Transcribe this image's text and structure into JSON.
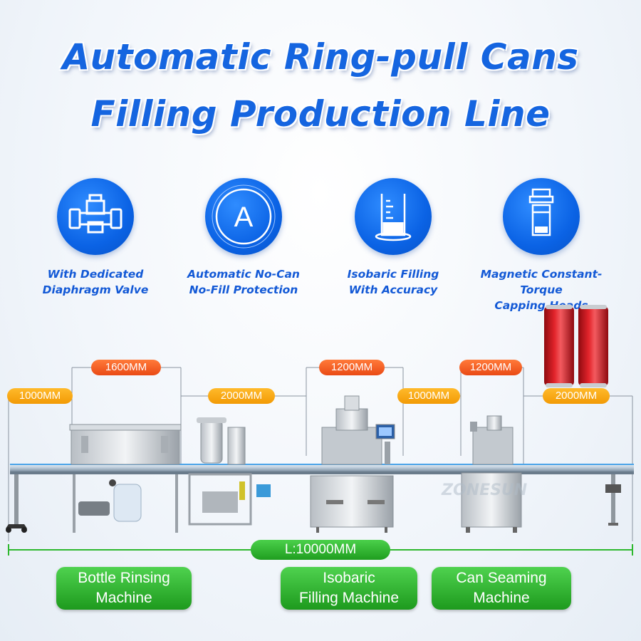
{
  "title": {
    "line1": "Automatic Ring-pull Cans",
    "line2": "Filling Production Line"
  },
  "features": [
    {
      "icon": "diaphragm-valve-icon",
      "label": "With Dedicated\nDiaphragm Valve"
    },
    {
      "icon": "letter-a-icon",
      "label": "Automatic No-Can\nNo-Fill Protection"
    },
    {
      "icon": "measuring-cup-icon",
      "label": "Isobaric Filling\nWith Accuracy"
    },
    {
      "icon": "capping-head-icon",
      "label": "Magnetic Constant-Torque\nCapping Heads"
    }
  ],
  "dimensions": {
    "rinser_width": "1600MM",
    "filler_width": "1200MM",
    "seamer_width": "1200MM",
    "infeed_conveyor": "1000MM",
    "rinser_to_filler": "2000MM",
    "filler_to_seamer": "1000MM",
    "outfeed_conveyor": "2000MM",
    "total_length": "L:10000MM"
  },
  "machines": {
    "rinser": "Bottle Rinsing\nMachine",
    "filler": "Isobaric\nFilling Machine",
    "seamer": "Can Seaming\nMachine"
  },
  "watermark": "ZONESUN",
  "colors": {
    "title_blue": "#1565e0",
    "icon_blue": "#0b63e5",
    "dim_orange": "#ea4a15",
    "dim_amber": "#f29a05",
    "label_green": "#1f9e1f",
    "can_red": "#d3141c"
  }
}
